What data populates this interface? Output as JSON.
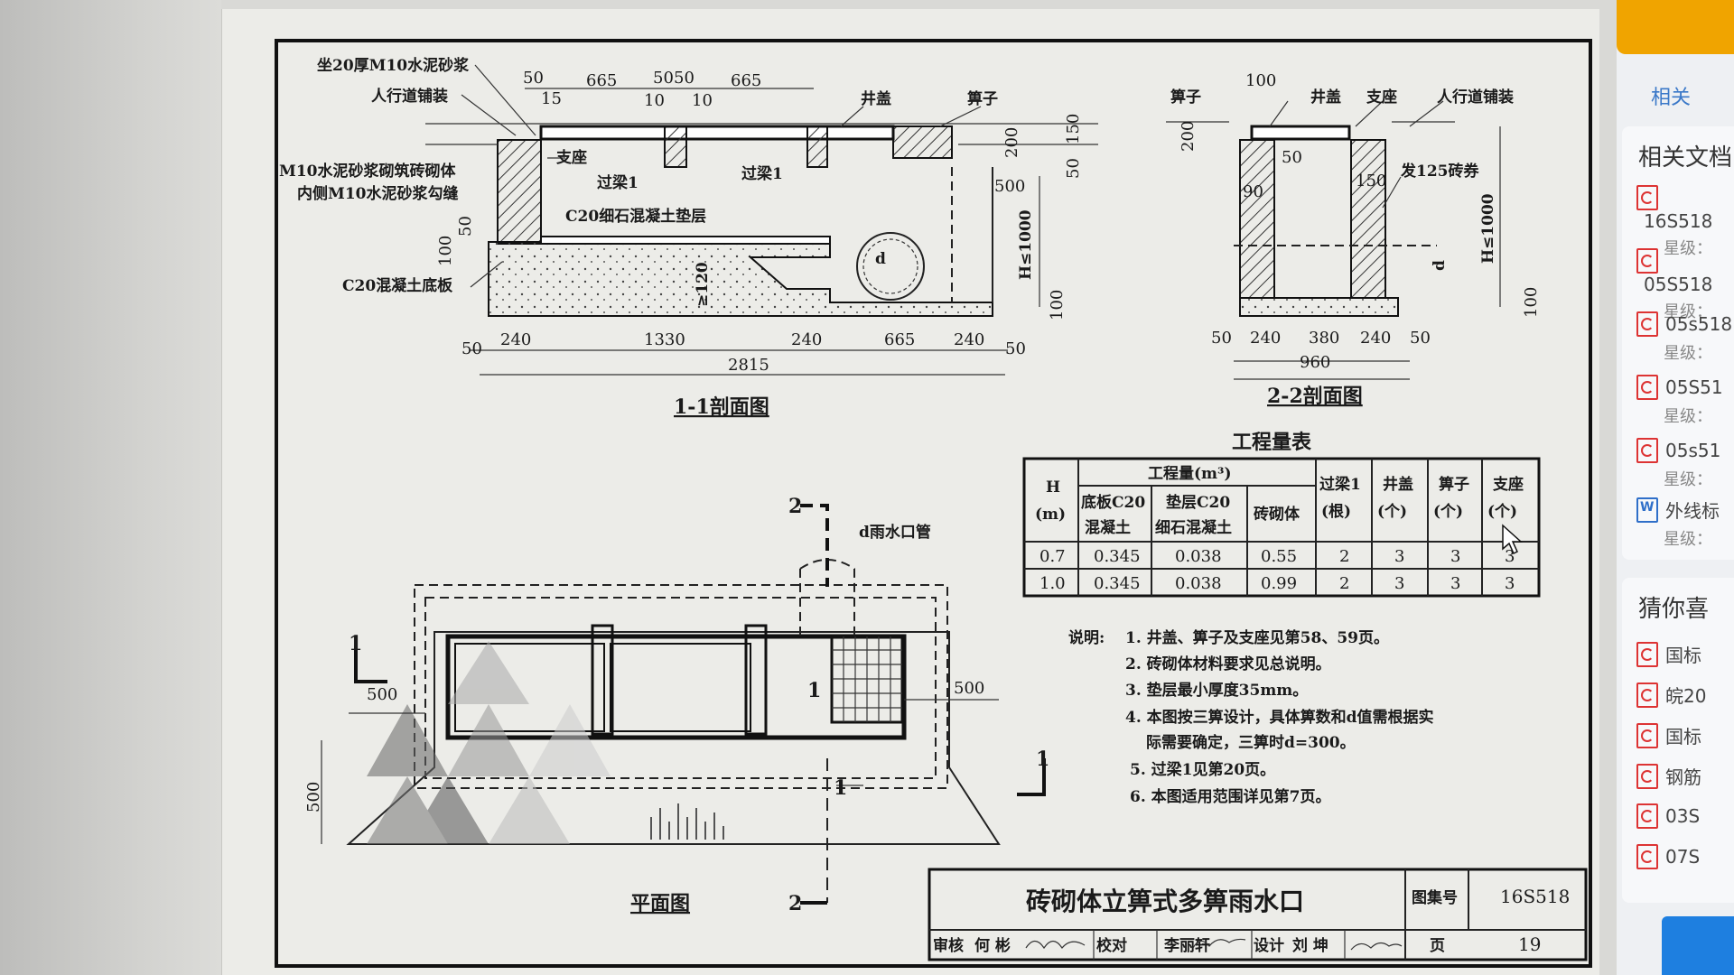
{
  "drawing": {
    "labels": {
      "mortar_bed": "坐20厚M10水泥砂浆",
      "paving_left": "人行道铺装",
      "masonry": "M10水泥砂浆砌筑砖砌体",
      "pointing": "内侧M10水泥砂浆勾缝",
      "support_a": "支座",
      "beam_a": "过梁1",
      "beam_b": "过梁1",
      "cushion": "C20细石混凝土垫层",
      "base": "C20混凝土底板",
      "cover": "井盖",
      "grate": "箅子",
      "pipe_d": "d",
      "gte120": "≥120",
      "h_le_1000_a": "H≤1000",
      "h_le_1000_b": "H≤1000",
      "grate_r": "箅子",
      "cover_r": "井盖",
      "support_r": "支座",
      "paving_r": "人行道铺装",
      "brick_arch": "发125砖券",
      "d_r": "d",
      "rain_pipe": "d雨水口管"
    },
    "dims_top": [
      "50",
      "665",
      "50",
      "50",
      "665",
      "15",
      "10",
      "10"
    ],
    "dims_right": [
      "200",
      "150",
      "50",
      "500",
      "100",
      "100",
      "50",
      "100"
    ],
    "dims_bottom": [
      "50",
      "240",
      "1330",
      "240",
      "665",
      "240",
      "50"
    ],
    "dim_total": "2815",
    "dims_r_top": [
      "100",
      "200",
      "50",
      "150",
      "90",
      "100"
    ],
    "dims_r_bottom": [
      "50",
      "240",
      "380",
      "240",
      "50"
    ],
    "dim_r_total": "960",
    "dims_plan": [
      "500",
      "500",
      "500"
    ],
    "section_marks": [
      "1",
      "1",
      "1",
      "1",
      "2",
      "2"
    ],
    "section11_title": "1-1剖面图",
    "section22_title": "2-2剖面图",
    "plan_title": "平面图"
  },
  "quantity_table": {
    "title": "工程量表",
    "header_h": "H",
    "header_h_unit": "(m)",
    "header_group": "工程量(m³)",
    "col_base": [
      "底板C20",
      "混凝土"
    ],
    "col_cushion": [
      "垫层C20",
      "细石混凝土"
    ],
    "col_masonry": "砖砌体",
    "col_beam": [
      "过梁1",
      "(根)"
    ],
    "col_cover": [
      "井盖",
      "(个)"
    ],
    "col_grate": [
      "箅子",
      "(个)"
    ],
    "col_support": [
      "支座",
      "(个)"
    ],
    "rows": [
      [
        "0.7",
        "0.345",
        "0.038",
        "0.55",
        "2",
        "3",
        "3",
        "3"
      ],
      [
        "1.0",
        "0.345",
        "0.038",
        "0.99",
        "2",
        "3",
        "3",
        "3"
      ]
    ]
  },
  "notes": {
    "label": "说明:",
    "items": [
      "1. 井盖、箅子及支座见第58、59页。",
      "2. 砖砌体材料要求见总说明。",
      "3. 垫层最小厚度35mm。",
      "4. 本图按三箅设计，具体箅数和d值需根据实",
      "际需要确定，三箅时d=300。",
      "5. 过梁1见第20页。",
      "6. 本图适用范围详见第7页。"
    ]
  },
  "title_block": {
    "title": "砖砌体立箅式多箅雨水口",
    "atlas_label": "图集号",
    "atlas_no": "16S518",
    "review_label": "审核",
    "review_name": "何 彬",
    "check_label": "校对",
    "check_name": "李丽轩",
    "design_label": "设计",
    "design_name": "刘 坤",
    "page_label": "页",
    "page_no": "19"
  },
  "sidebar": {
    "tab": "相关",
    "heading": "相关文档",
    "docs": [
      {
        "name": "16S518",
        "star": "星级："
      },
      {
        "name": "05S518",
        "star": "星级："
      },
      {
        "name": "05s518",
        "star": "星级："
      },
      {
        "name": "05S51",
        "star": "星级："
      },
      {
        "name": "05s51",
        "star": "星级："
      },
      {
        "name": "外线标",
        "star": "星级："
      }
    ],
    "heading2": "猜你喜",
    "docs2": [
      "国标",
      "皖20",
      "国标",
      "钢筋",
      "03S",
      "07S"
    ]
  }
}
